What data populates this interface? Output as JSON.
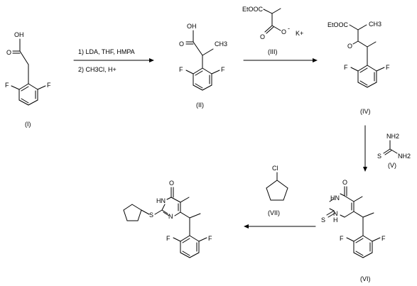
{
  "compounds": {
    "c1": {
      "label": "(I)"
    },
    "c2": {
      "label": "(II)"
    },
    "c3": {
      "label": "(III)"
    },
    "c4": {
      "label": "(IV)"
    },
    "c5": {
      "label": "(V)"
    },
    "c6": {
      "label": "(VI)"
    },
    "c7": {
      "label": "(VII)"
    }
  },
  "reagents": {
    "step1_line1": "1) LDA, THF, HMPA",
    "step1_line2": "2) CH3Cl, H+"
  },
  "atoms": {
    "oh": "OH",
    "o": "O",
    "f": "F",
    "etooc": "EtOOC",
    "ch3": "CH3",
    "o_minus": "O",
    "minus": "-",
    "k_plus": "K+",
    "nh2": "NH2",
    "s": "S",
    "cl": "Cl",
    "hn": "HN",
    "n": "N",
    "h": "H"
  }
}
